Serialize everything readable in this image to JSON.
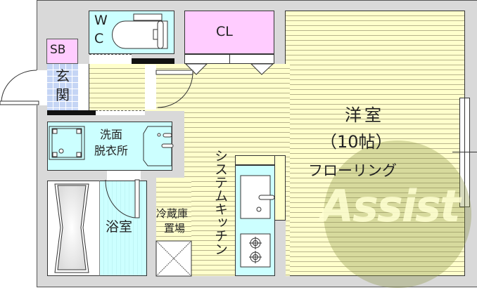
{
  "plan": {
    "type": "apartment floor plan",
    "layout": "1K"
  },
  "rooms": {
    "main_room": {
      "name": "洋室",
      "size": "（10帖）",
      "flooring": "フローリング"
    },
    "closet": {
      "label": "CL"
    },
    "toilet": {
      "label_line1": "W",
      "label_line2": "C"
    },
    "shoe_box": {
      "label": "SB"
    },
    "entrance": {
      "label_line1": "玄",
      "label_line2": "関"
    },
    "washroom": {
      "label_line1": "洗面",
      "label_line2": "脱衣所"
    },
    "bathroom": {
      "label": "浴室"
    },
    "fridge_space": {
      "label_line1": "冷蔵庫",
      "label_line2": "置場"
    },
    "kitchen": {
      "label": "システムキッチン"
    }
  },
  "watermark": {
    "text": "Assist"
  },
  "colors": {
    "wall": "#d9d9d9",
    "wood_floor": "#ffffcc",
    "wet_area": "#ccffff",
    "storage": "#ffccff",
    "entrance_tile": "#c5d5f5",
    "watermark": "#9aa85a"
  }
}
